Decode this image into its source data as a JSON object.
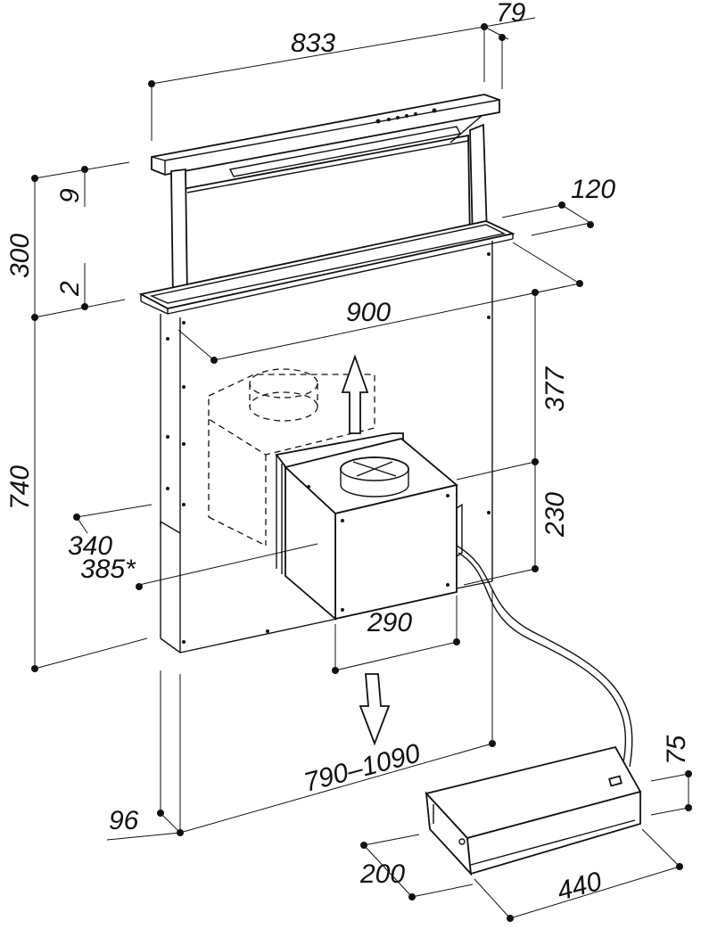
{
  "dimensions": {
    "top_width": "833",
    "top_depth": "79",
    "height_9": "9",
    "height_300": "300",
    "height_2": "2",
    "depth_120": "120",
    "width_900": "900",
    "height_377": "377",
    "height_740": "740",
    "height_230": "230",
    "offset_340": "340",
    "offset_385": "385*",
    "box_290": "290",
    "range_790_1090": "790–1090",
    "base_96": "96",
    "motor_75": "75",
    "motor_200": "200",
    "motor_440": "440"
  }
}
